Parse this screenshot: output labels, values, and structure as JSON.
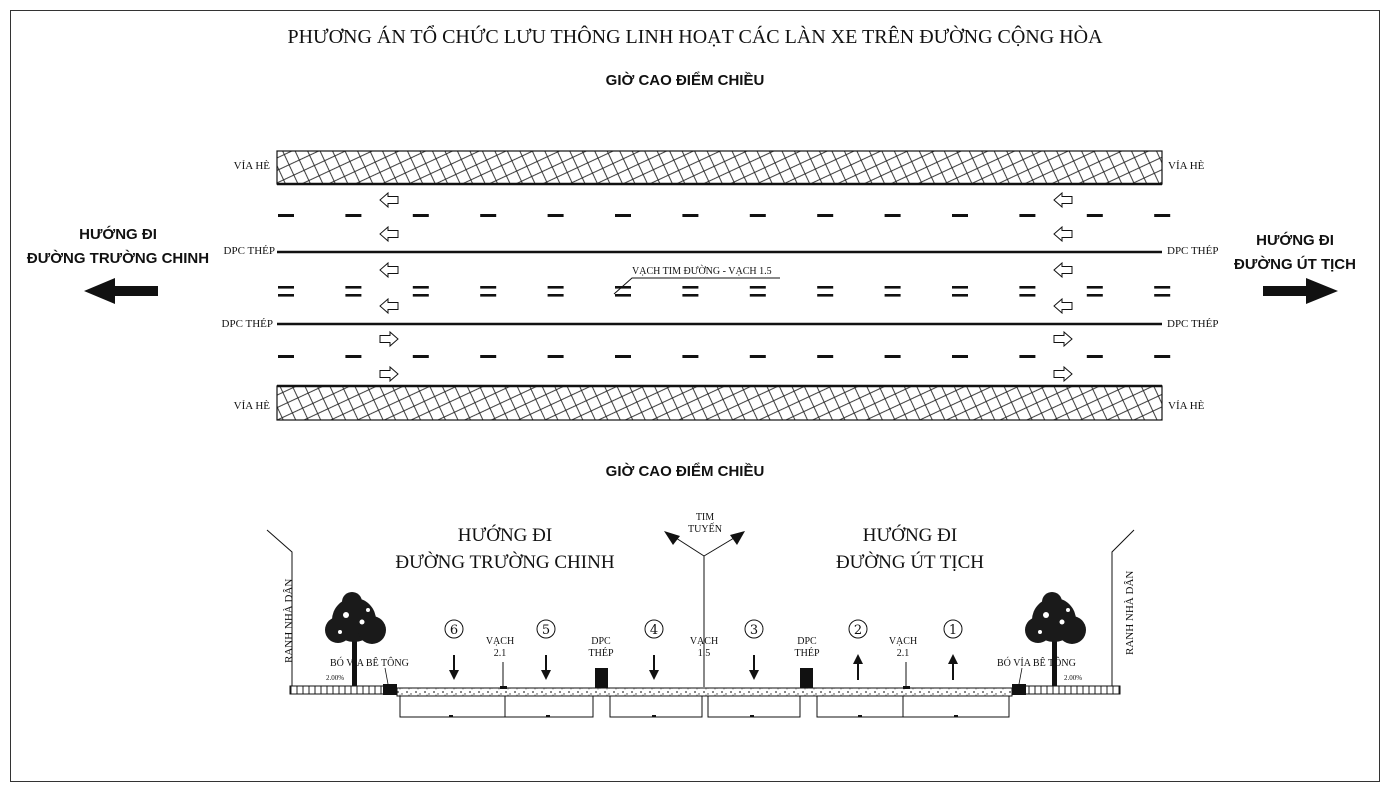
{
  "title": "PHƯƠNG ÁN TỔ CHỨC LƯU THÔNG LINH HOẠT CÁC LÀN XE TRÊN ĐƯỜNG CỘNG HÒA",
  "plan": {
    "subtitle": "GIỜ CAO ĐIỂM CHIỀU",
    "sidewalk_label": "VỈA HÈ",
    "barrier_label": "DPC THÉP",
    "centerline_label": "VẠCH TIM ĐƯỜNG - VẠCH 1.5",
    "left_direction": {
      "line1": "HƯỚNG ĐI",
      "line2": "ĐƯỜNG TRƯỜNG CHINH"
    },
    "right_direction": {
      "line1": "HƯỚNG ĐI",
      "line2": "ĐƯỜNG ÚT TỊCH"
    }
  },
  "section": {
    "subtitle": "GIỜ CAO ĐIỂM CHIỀU",
    "left_direction": {
      "line1": "HƯỚNG ĐI",
      "line2": "ĐƯỜNG TRƯỜNG CHINH"
    },
    "right_direction": {
      "line1": "HƯỚNG ĐI",
      "line2": "ĐƯỜNG ÚT TỊCH"
    },
    "axis_label": {
      "line1": "TIM",
      "line2": "TUYẾN"
    },
    "property_line": "RANH NHÀ DÂN",
    "curb_label": "BÓ VỈA BÊ TÔNG",
    "slope_label": "2.00%",
    "lanes": [
      {
        "number": "6",
        "direction": "down"
      },
      {
        "number": "5",
        "direction": "down"
      },
      {
        "number": "4",
        "direction": "down"
      },
      {
        "number": "3",
        "direction": "down"
      },
      {
        "number": "2",
        "direction": "up"
      },
      {
        "number": "1",
        "direction": "up"
      }
    ],
    "markings": {
      "vach21": {
        "line1": "VẠCH",
        "line2": "2.1"
      },
      "vach15": {
        "line1": "VẠCH",
        "line2": "1.5"
      },
      "dpc": {
        "line1": "DPC",
        "line2": "THÉP"
      }
    }
  },
  "colors": {
    "ink": "#111111",
    "frame": "#333333"
  }
}
